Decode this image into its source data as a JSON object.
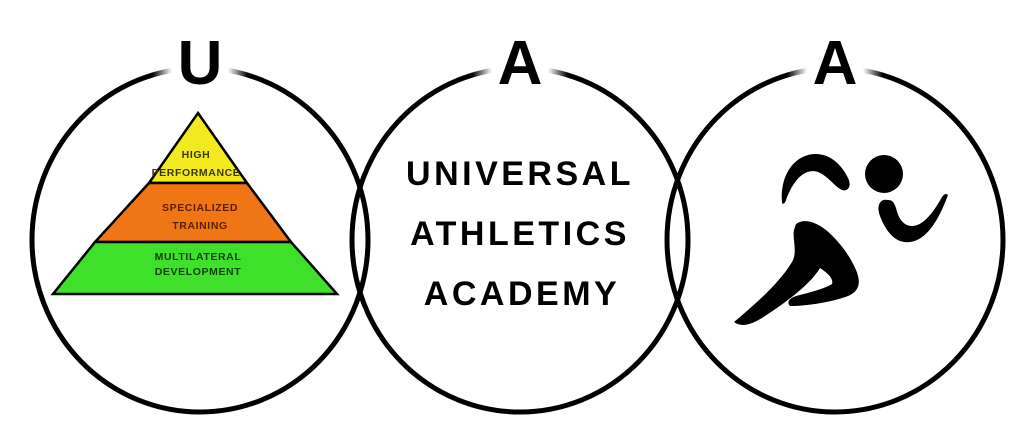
{
  "logo": {
    "initials": [
      "U",
      "A",
      "A"
    ],
    "name_lines": [
      "UNIVERSAL",
      "ATHLETICS",
      "ACADEMY"
    ],
    "ring_color": "#000000"
  },
  "pyramid": {
    "tiers": [
      {
        "lines": [
          "HIGH",
          "PERFORMANCE"
        ],
        "fill": "#f2ea1e",
        "text_color": "#3a3a00"
      },
      {
        "lines": [
          "SPECIALIZED",
          "TRAINING"
        ],
        "fill": "#f07515",
        "text_color": "#5a1f00"
      },
      {
        "lines": [
          "MULTILATERAL",
          "DEVELOPMENT"
        ],
        "fill": "#3fe02a",
        "text_color": "#0f3f0a"
      }
    ]
  },
  "runner": {
    "icon": "runner-icon"
  }
}
